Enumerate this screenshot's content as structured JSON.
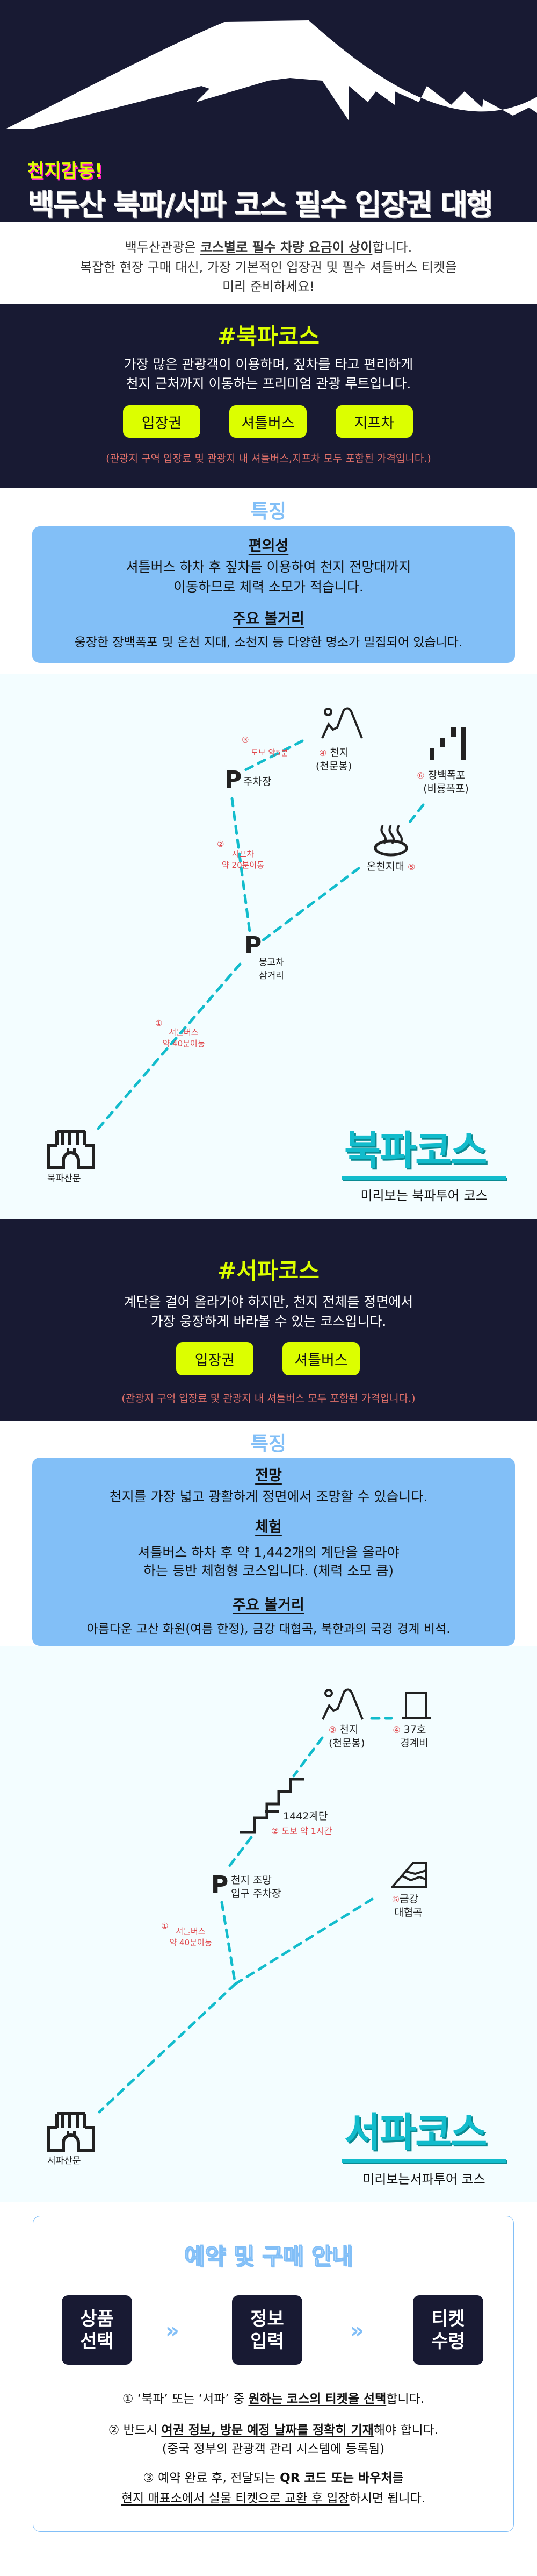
{
  "colors": {
    "navy": "#181a33",
    "lime": "#dcff00",
    "blue": "#82bff7",
    "teal": "#12bccc",
    "red": "#e0474c"
  },
  "hero": {
    "tagline": "천지감동!",
    "title": "백두산 북파/서파 코스 필수 입장권 대행"
  },
  "intro": {
    "line1_pre": "백두산관광은 ",
    "line1_bold": "코스별로 필수 차량 요금이 상이",
    "line1_post": "합니다.",
    "line2": "복잡한 현장 구매 대신, 가장 기본적인 입장권 및 필수 셔틀버스 티켓을",
    "line3": "미리 준비하세요!"
  },
  "north": {
    "heading": "#북파코스",
    "desc1": "가장 많은 관광객이 이용하며, 짚차를 타고 편리하게",
    "desc2": "천지 근처까지 이동하는 프리미엄 관광 루트입니다.",
    "buttons": [
      "입장권",
      "셔틀버스",
      "지프차"
    ],
    "note": "(관광지 구역 입장료 및 관광지 내 셔틀버스,지프차 모두 포함된 가격입니다.)",
    "features_title": "특징",
    "features": [
      {
        "title": "편의성",
        "lines": [
          "셔틀버스 하차 후 짚차를 이용하여 천지 전망대까지",
          "이동하므로 체력 소모가 적습니다."
        ]
      },
      {
        "title": "주요 볼거리",
        "lines": [
          "웅장한 장백폭포 및 온천 지대, 소천지 등 다양한 명소가 밀집되어 있습니다."
        ]
      }
    ],
    "map": {
      "gate": "북파산문",
      "junction": [
        "봉고차",
        "삼거리"
      ],
      "parking": "주차장",
      "tianchi": {
        "num": "④",
        "name": "천지",
        "sub": "(천문봉)"
      },
      "hotspring": {
        "name": "온천지대",
        "num": "⑤"
      },
      "waterfall": {
        "num": "⑥",
        "name": "장백폭포",
        "sub": "(비룡폭포)"
      },
      "step1": {
        "num": "①",
        "a": "셔틀버스",
        "b": "약 40분이동"
      },
      "step2": {
        "num": "②",
        "a": "지프차",
        "b": "약 20분이동"
      },
      "step3": {
        "num": "③",
        "a": "도보 약5분"
      },
      "big": "북파코스",
      "subtitle": "미리보는 북파투어 코스"
    }
  },
  "west": {
    "heading": "#서파코스",
    "desc1": "계단을 걸어 올라가야 하지만, 천지 전체를 정면에서",
    "desc2": "가장 웅장하게 바라볼 수 있는 코스입니다.",
    "buttons": [
      "입장권",
      "셔틀버스"
    ],
    "note": "(관광지 구역 입장료 및 관광지 내 셔틀버스 모두 포함된 가격입니다.)",
    "features_title": "특징",
    "features": [
      {
        "title": "전망",
        "lines": [
          "천지를 가장 넓고 광활하게 정면에서 조망할 수 있습니다."
        ]
      },
      {
        "title": "체험",
        "lines": [
          "셔틀버스 하차 후 약 1,442개의 계단을 올라야",
          "하는 등반 체험형 코스입니다. (체력 소모 큼)"
        ]
      },
      {
        "title": "주요 볼거리",
        "lines": [
          "아름다운 고산 화원(여름 한정), 금강 대협곡, 북한과의 국경 경계 비석."
        ]
      }
    ],
    "map": {
      "gate": "서파산문",
      "parking": [
        "천지 조망",
        "입구 주차장"
      ],
      "stairs": "1442계단",
      "step1": {
        "num": "①",
        "a": "셔틀버스",
        "b": "약 40분이동"
      },
      "step2": "② 도보 약 1시간",
      "tianchi": {
        "num": "③",
        "name": "천지",
        "sub": "(천문봉)"
      },
      "marker": {
        "num": "④",
        "name": "37호",
        "sub": "경계비"
      },
      "canyon": {
        "num": "⑤",
        "name": "금강",
        "sub": "대협곡"
      },
      "big": "서파코스",
      "subtitle": "미리보는서파투어 코스"
    }
  },
  "booking": {
    "title": "예약 및 구매 안내",
    "steps": [
      [
        "상품",
        "선택"
      ],
      [
        "정보",
        "입력"
      ],
      [
        "티켓",
        "수령"
      ]
    ],
    "l1_pre": "① ‘북파’ 또는 ‘서파’ 중 ",
    "l1_bold": "원하는 코스의 티켓을 선택",
    "l1_post": "합니다.",
    "l2_pre": "② 반드시 ",
    "l2_bold": "여권 정보, 방문 예정 날짜를 정확히 기재",
    "l2_post": "해야 합니다.",
    "l2_sub": "(중국 정부의 관광객 관리 시스템에 등록됨)",
    "l3_pre": "③ 예약 완료 후, 전달되는 ",
    "l3_bold": "QR 코드 또는 바우처",
    "l3_post": "를",
    "l4_ul": "현지 매표소에서 실물 티켓으로 교환 후 입장",
    "l4_post": "하시면 됩니다."
  }
}
